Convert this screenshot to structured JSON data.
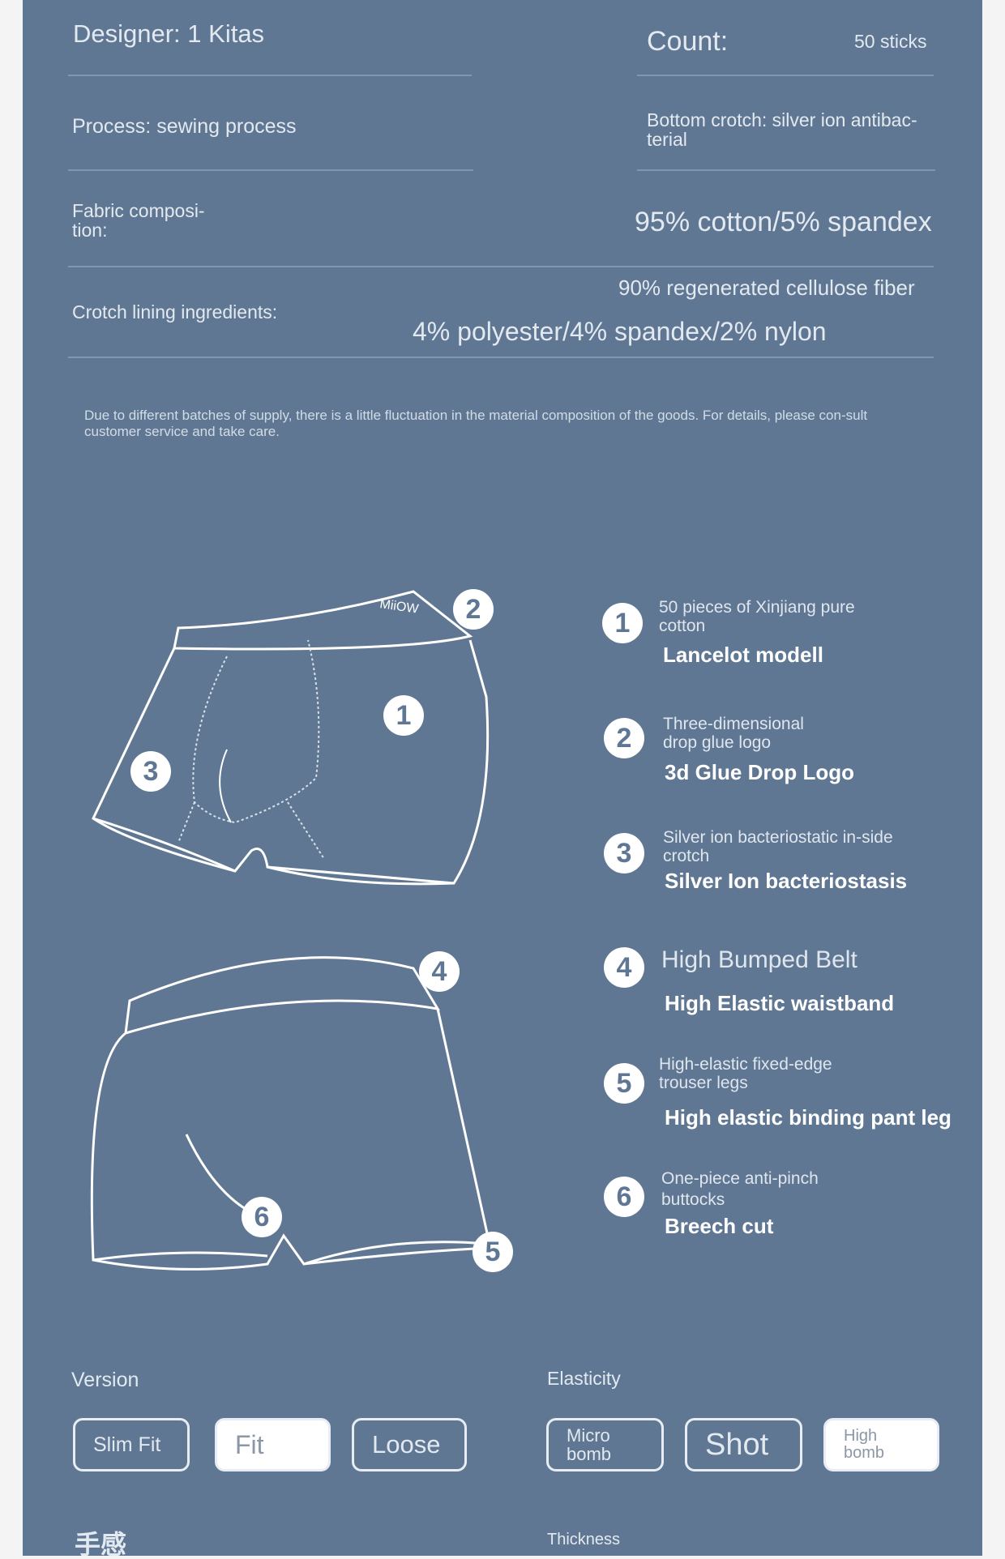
{
  "specs": {
    "designer": "Designer: 1 Kitas",
    "count_label": "Count:",
    "count_value": "50 sticks",
    "process": "Process: sewing process",
    "bottom_crotch": "Bottom crotch: silver ion antibac-terial",
    "fabric_label": "Fabric composi-tion:",
    "fabric_value": "95% cotton/5% spandex",
    "crotch_label": "Crotch lining ingredients:",
    "crotch_value_1": "90% regenerated cellulose fiber",
    "crotch_value_2": "4% polyester/4% spandex/2% nylon"
  },
  "note": "Due to different batches of supply, there is a little fluctuation in the material composition of the goods. For details, please con-sult customer service and take care.",
  "diagram": {
    "logo": "MiiOW",
    "features": [
      {
        "num": "1",
        "sub": "50 pieces of Xinjiang pure cotton",
        "main": "Lancelot modell"
      },
      {
        "num": "2",
        "sub": "Three-dimensional drop glue logo",
        "main": "3d Glue Drop Logo"
      },
      {
        "num": "3",
        "sub": "Silver ion bacteriostatic in-side crotch",
        "main": "Silver Ion bacteriostasis"
      },
      {
        "num": "4",
        "sub": "High Bumped Belt",
        "main": "High Elastic waistband"
      },
      {
        "num": "5",
        "sub": "High-elastic fixed-edge trouser legs",
        "main": "High elastic binding pant leg"
      },
      {
        "num": "6",
        "sub": "One-piece anti-pinch buttocks",
        "main": "Breech cut"
      }
    ]
  },
  "version": {
    "label": "Version",
    "options": [
      "Slim Fit",
      "Fit",
      "Loose"
    ],
    "selected": "Fit"
  },
  "elasticity": {
    "label": "Elasticity",
    "options": [
      "Micro bomb",
      "Shot",
      "High bomb"
    ],
    "selected": "High bomb"
  },
  "feel": {
    "label": "手感"
  },
  "thickness": {
    "label": "Thickness"
  }
}
